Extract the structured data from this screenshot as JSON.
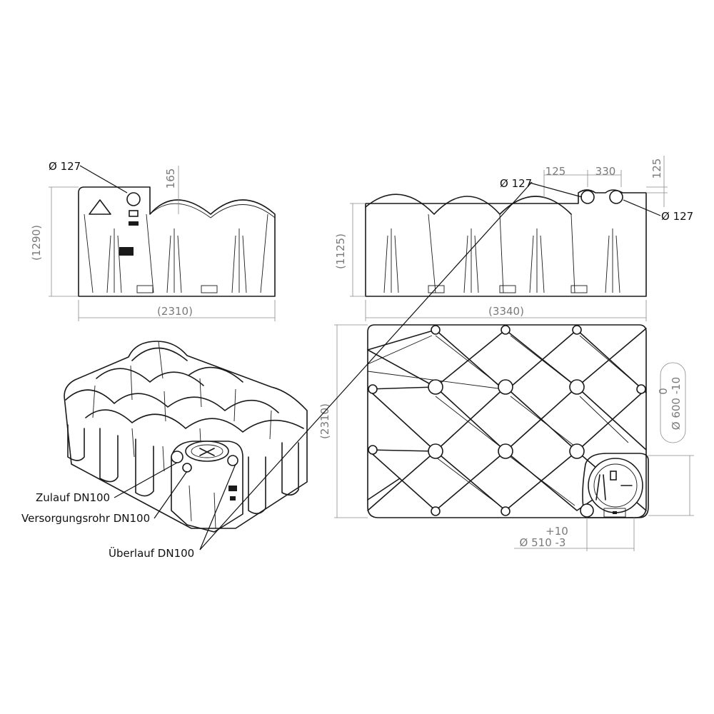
{
  "dimensions": {
    "side_left": {
      "diameter_label": "Ø 127",
      "height": "(1290)",
      "top_offset": "165",
      "width": "(2310)"
    },
    "side_right": {
      "diameter_left_label": "Ø 127",
      "diameter_right_label": "Ø 127",
      "height": "(1125)",
      "offset_a": "125",
      "offset_b": "330",
      "offset_c": "125",
      "width": "(3340)"
    },
    "top_view": {
      "depth": "(2310)",
      "manhole_value": "0",
      "manhole_diameter": "Ø 600 -10",
      "shaft_tolerance_plus": "+10",
      "shaft_diameter": "Ø 510 -3"
    }
  },
  "labels": {
    "zulauf": "Zulauf DN100",
    "versorgung": "Versorgungsrohr DN100",
    "ueberlauf": "Überlauf DN100"
  },
  "colors": {
    "line": "#1a1a1a",
    "dimension": "#8a8a8a"
  }
}
